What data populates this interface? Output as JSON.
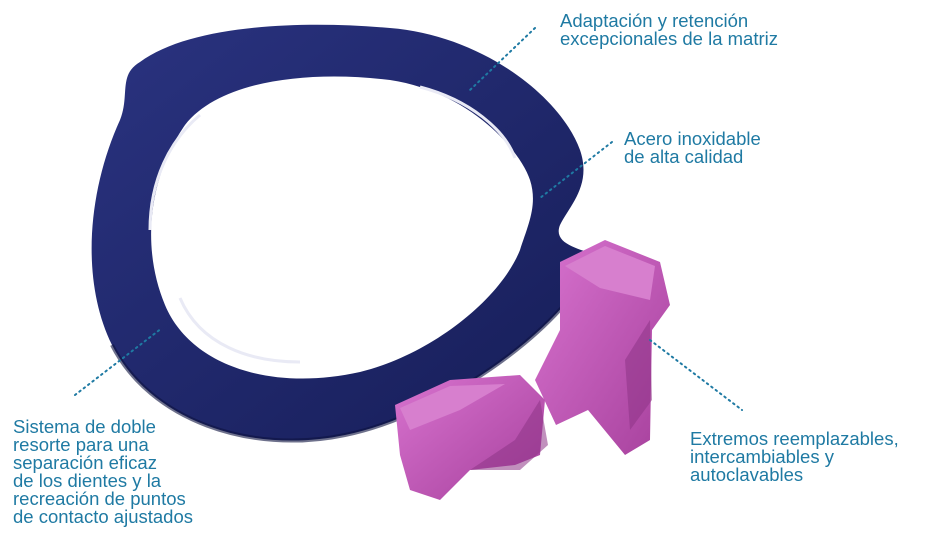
{
  "annotations": {
    "retention": "Adaptación y retención\nexcepcionales de la matriz",
    "steel": "Acero inoxidable\nde alta calidad",
    "spring": "Sistema de doble\nresorte para una\nseparación eficaz\nde los dientes y la\nrecreación de puntos\nde contacto ajustados",
    "tips": "Extremos reemplazables,\nintercambiables y\nautoclavables"
  },
  "colors": {
    "ring": "#1d2566",
    "ring_dark": "#121a4d",
    "tips": "#c25ab9",
    "tips_dark": "#8e3487",
    "label": "#1f7aa3"
  }
}
